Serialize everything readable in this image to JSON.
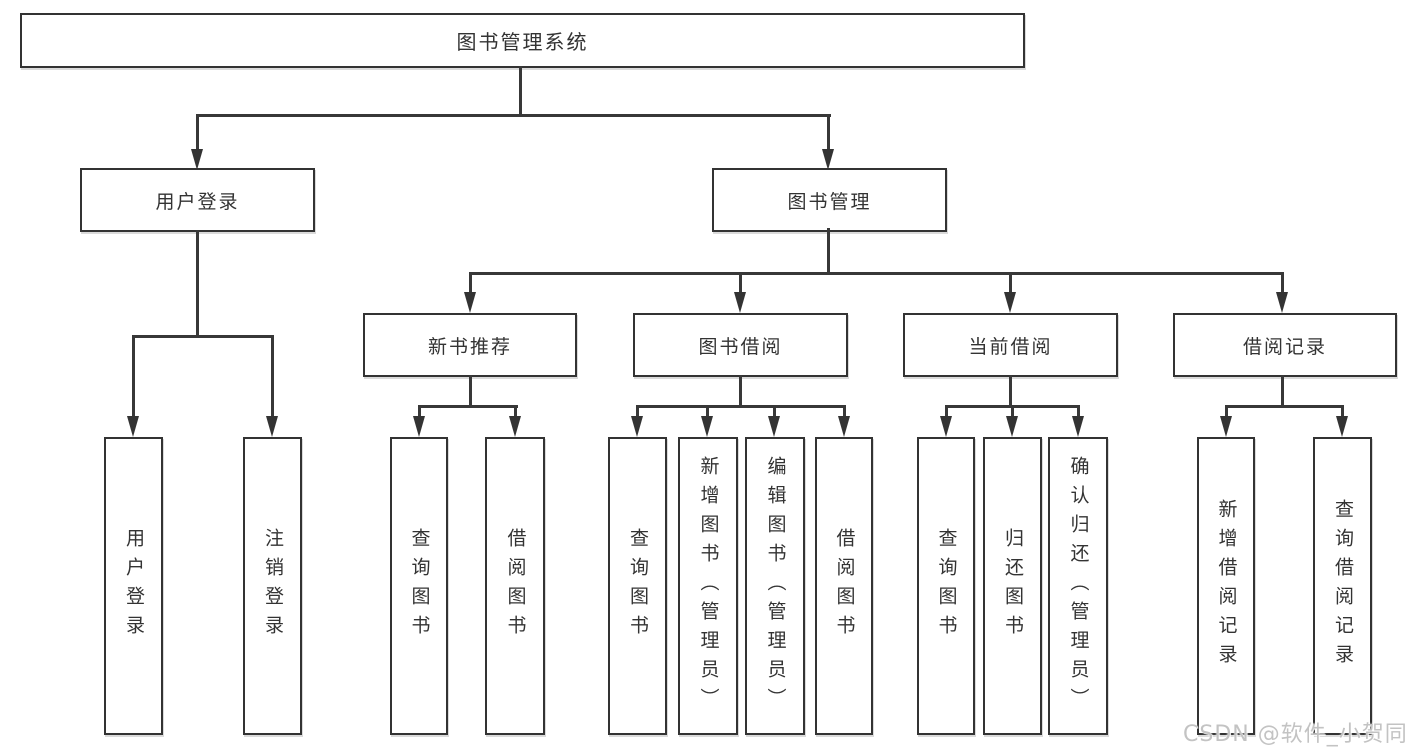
{
  "tree": {
    "root": "图书管理系统",
    "children": [
      {
        "label": "用户登录",
        "children": [
          {
            "label": "用户登录"
          },
          {
            "label": "注销登录"
          }
        ]
      },
      {
        "label": "图书管理",
        "children": [
          {
            "label": "新书推荐",
            "children": [
              {
                "label": "查询图书"
              },
              {
                "label": "借阅图书"
              }
            ]
          },
          {
            "label": "图书借阅",
            "children": [
              {
                "label": "查询图书"
              },
              {
                "label": "新增图书（管理员）"
              },
              {
                "label": "编辑图书（管理员）"
              },
              {
                "label": "借阅图书"
              }
            ]
          },
          {
            "label": "当前借阅",
            "children": [
              {
                "label": "查询图书"
              },
              {
                "label": "归还图书"
              },
              {
                "label": "确认归还（管理员）"
              }
            ]
          },
          {
            "label": "借阅记录",
            "children": [
              {
                "label": "新增借阅记录"
              },
              {
                "label": "查询借阅记录"
              }
            ]
          }
        ]
      }
    ]
  },
  "watermark": {
    "text": "CSDN @软件_小贺同学"
  },
  "colors": {
    "line": "#383838",
    "border": "#333333",
    "text": "#333333",
    "background": "#ffffff",
    "watermark": "#c3c3c3"
  }
}
